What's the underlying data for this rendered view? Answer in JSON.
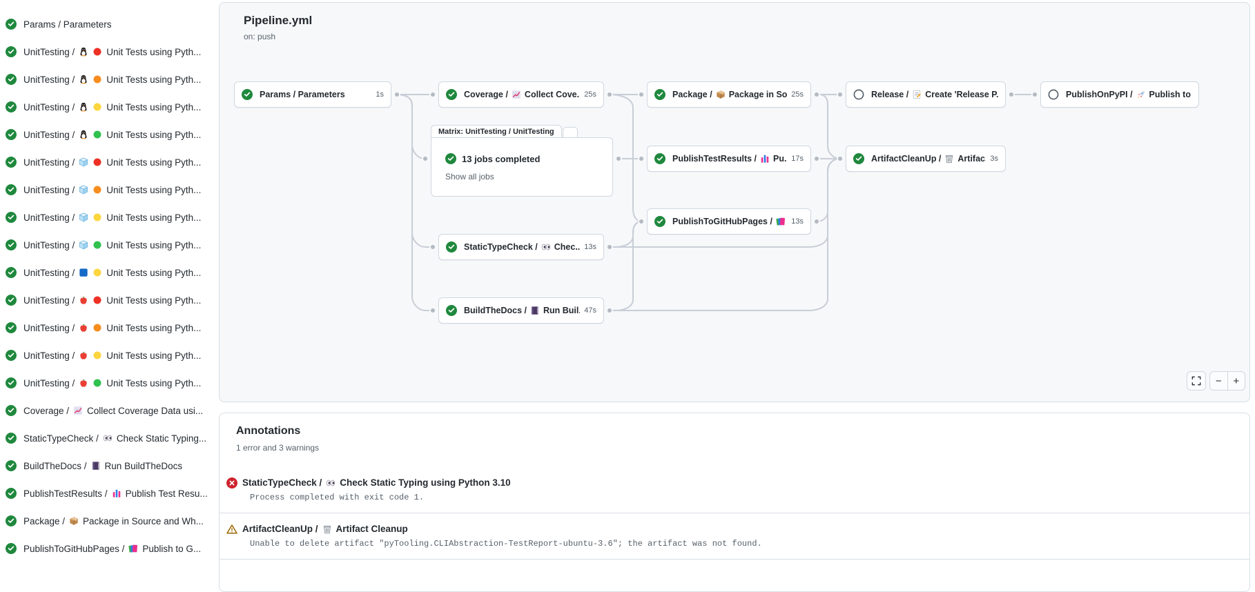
{
  "colors": {
    "success": "#1f883d",
    "error": "#cf222e",
    "warning": "#9a6700",
    "skipped": "#59636e",
    "edge": "#c8ced6",
    "muted": "#57606a"
  },
  "sidebar": {
    "items": [
      {
        "status": "success",
        "parts": [
          {
            "text": "Params / Parameters"
          }
        ]
      },
      {
        "status": "success",
        "parts": [
          {
            "text": "UnitTesting /"
          },
          {
            "icon": "penguin"
          },
          {
            "icon": "red-circle"
          },
          {
            "text": "Unit Tests using Pyth..."
          }
        ]
      },
      {
        "status": "success",
        "parts": [
          {
            "text": "UnitTesting /"
          },
          {
            "icon": "penguin"
          },
          {
            "icon": "orange-circle"
          },
          {
            "text": "Unit Tests using Pyth..."
          }
        ]
      },
      {
        "status": "success",
        "parts": [
          {
            "text": "UnitTesting /"
          },
          {
            "icon": "penguin"
          },
          {
            "icon": "yellow-circle"
          },
          {
            "text": "Unit Tests using Pyth..."
          }
        ]
      },
      {
        "status": "success",
        "parts": [
          {
            "text": "UnitTesting /"
          },
          {
            "icon": "penguin"
          },
          {
            "icon": "green-circle"
          },
          {
            "text": "Unit Tests using Pyth..."
          }
        ]
      },
      {
        "status": "success",
        "parts": [
          {
            "text": "UnitTesting /"
          },
          {
            "icon": "ice-cube"
          },
          {
            "icon": "red-circle"
          },
          {
            "text": "Unit Tests using Pyth..."
          }
        ]
      },
      {
        "status": "success",
        "parts": [
          {
            "text": "UnitTesting /"
          },
          {
            "icon": "ice-cube"
          },
          {
            "icon": "orange-circle"
          },
          {
            "text": "Unit Tests using Pyth..."
          }
        ]
      },
      {
        "status": "success",
        "parts": [
          {
            "text": "UnitTesting /"
          },
          {
            "icon": "ice-cube"
          },
          {
            "icon": "yellow-circle"
          },
          {
            "text": "Unit Tests using Pyth..."
          }
        ]
      },
      {
        "status": "success",
        "parts": [
          {
            "text": "UnitTesting /"
          },
          {
            "icon": "ice-cube"
          },
          {
            "icon": "green-circle"
          },
          {
            "text": "Unit Tests using Pyth..."
          }
        ]
      },
      {
        "status": "success",
        "parts": [
          {
            "text": "UnitTesting /"
          },
          {
            "icon": "blue-square"
          },
          {
            "icon": "yellow-circle"
          },
          {
            "text": "Unit Tests using Pyth..."
          }
        ]
      },
      {
        "status": "success",
        "parts": [
          {
            "text": "UnitTesting /"
          },
          {
            "icon": "apple"
          },
          {
            "icon": "red-circle"
          },
          {
            "text": "Unit Tests using Pyth..."
          }
        ]
      },
      {
        "status": "success",
        "parts": [
          {
            "text": "UnitTesting /"
          },
          {
            "icon": "apple"
          },
          {
            "icon": "orange-circle"
          },
          {
            "text": "Unit Tests using Pyth..."
          }
        ]
      },
      {
        "status": "success",
        "parts": [
          {
            "text": "UnitTesting /"
          },
          {
            "icon": "apple"
          },
          {
            "icon": "yellow-circle"
          },
          {
            "text": "Unit Tests using Pyth..."
          }
        ]
      },
      {
        "status": "success",
        "parts": [
          {
            "text": "UnitTesting /"
          },
          {
            "icon": "apple"
          },
          {
            "icon": "green-circle"
          },
          {
            "text": "Unit Tests using Pyth..."
          }
        ]
      },
      {
        "status": "success",
        "parts": [
          {
            "text": "Coverage /"
          },
          {
            "icon": "chart-increasing"
          },
          {
            "text": "Collect Coverage Data usi..."
          }
        ]
      },
      {
        "status": "success",
        "parts": [
          {
            "text": "StaticTypeCheck /"
          },
          {
            "icon": "eyes"
          },
          {
            "text": "Check Static Typing..."
          }
        ]
      },
      {
        "status": "success",
        "parts": [
          {
            "text": "BuildTheDocs /"
          },
          {
            "icon": "notebook"
          },
          {
            "text": "Run BuildTheDocs"
          }
        ]
      },
      {
        "status": "success",
        "parts": [
          {
            "text": "PublishTestResults /"
          },
          {
            "icon": "bar-chart"
          },
          {
            "text": "Publish Test Resu..."
          }
        ]
      },
      {
        "status": "success",
        "parts": [
          {
            "text": "Package /"
          },
          {
            "icon": "package"
          },
          {
            "text": "Package in Source and Wh..."
          }
        ]
      },
      {
        "status": "success",
        "parts": [
          {
            "text": "PublishToGitHubPages /"
          },
          {
            "icon": "books"
          },
          {
            "text": "Publish to G..."
          }
        ]
      }
    ]
  },
  "graph": {
    "title": "Pipeline.yml",
    "trigger": "on: push",
    "matrix": {
      "tab": "Matrix: UnitTesting / UnitTesting",
      "status": "success",
      "title": "13 jobs completed",
      "link": "Show all jobs"
    },
    "nodes": [
      {
        "id": "params",
        "status": "success",
        "duration": "1s",
        "parts": [
          {
            "text": "Params / Parameters"
          }
        ]
      },
      {
        "id": "coverage",
        "status": "success",
        "duration": "25s",
        "parts": [
          {
            "text": "Coverage /"
          },
          {
            "icon": "chart-increasing"
          },
          {
            "text": "Collect Cove..."
          }
        ]
      },
      {
        "id": "package",
        "status": "success",
        "duration": "25s",
        "parts": [
          {
            "text": "Package /"
          },
          {
            "icon": "package"
          },
          {
            "text": "Package in So..."
          }
        ]
      },
      {
        "id": "release",
        "status": "skipped",
        "duration": "",
        "parts": [
          {
            "text": "Release /"
          },
          {
            "icon": "memo"
          },
          {
            "text": "Create 'Release P..."
          }
        ]
      },
      {
        "id": "publish_on_pypi",
        "status": "skipped",
        "duration": "",
        "parts": [
          {
            "text": "PublishOnPyPI /"
          },
          {
            "icon": "rocket"
          },
          {
            "text": "Publish to ..."
          }
        ]
      },
      {
        "id": "publish_test_results",
        "status": "success",
        "duration": "17s",
        "parts": [
          {
            "text": "PublishTestResults /"
          },
          {
            "icon": "bar-chart"
          },
          {
            "text": "Pu..."
          }
        ]
      },
      {
        "id": "artifact_cleanup",
        "status": "success",
        "duration": "3s",
        "parts": [
          {
            "text": "ArtifactCleanUp /"
          },
          {
            "icon": "wastebasket"
          },
          {
            "text": "Artifac..."
          }
        ]
      },
      {
        "id": "publish_to_github_pages",
        "status": "success",
        "duration": "13s",
        "parts": [
          {
            "text": "PublishToGitHubPages /"
          },
          {
            "icon": "books"
          },
          {
            "text": "..."
          }
        ]
      },
      {
        "id": "static_type_check",
        "status": "success",
        "duration": "13s",
        "parts": [
          {
            "text": "StaticTypeCheck /"
          },
          {
            "icon": "eyes"
          },
          {
            "text": "Chec..."
          }
        ]
      },
      {
        "id": "build_the_docs",
        "status": "success",
        "duration": "47s",
        "parts": [
          {
            "text": "BuildTheDocs /"
          },
          {
            "icon": "notebook"
          },
          {
            "text": "Run Buil..."
          }
        ]
      }
    ],
    "controls": {
      "zoom_out": "−",
      "zoom_in": "+"
    }
  },
  "annotations": {
    "title": "Annotations",
    "summary": "1 error and 3 warnings",
    "items": [
      {
        "severity": "error",
        "parts": [
          {
            "text": "StaticTypeCheck /"
          },
          {
            "icon": "eyes"
          },
          {
            "text": "Check Static Typing using Python 3.10"
          }
        ],
        "message": "Process completed with exit code 1."
      },
      {
        "severity": "warning",
        "parts": [
          {
            "text": "ArtifactCleanUp /"
          },
          {
            "icon": "wastebasket"
          },
          {
            "text": "Artifact Cleanup"
          }
        ],
        "message": "Unable to delete artifact \"pyTooling.CLIAbstraction-TestReport-ubuntu-3.6\"; the artifact was not found."
      }
    ]
  }
}
